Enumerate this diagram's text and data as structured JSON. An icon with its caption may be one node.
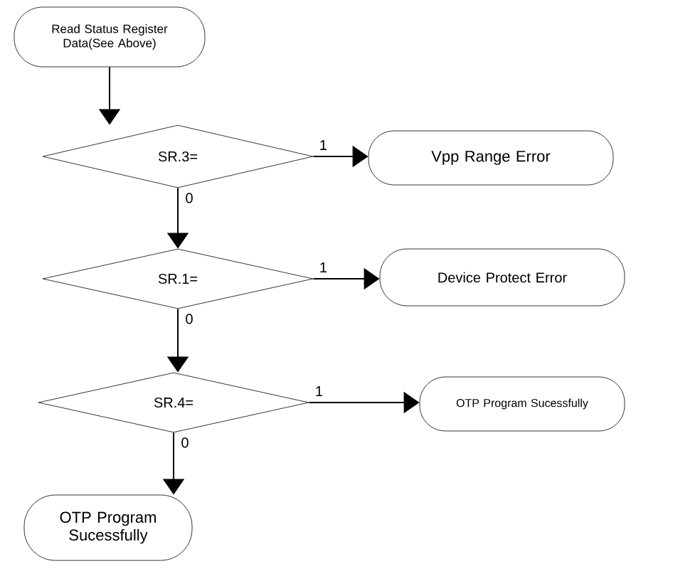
{
  "diagram": {
    "nodes": [
      {
        "text": [
          "Read Status Register Data(See Above)"
        ]
      },
      {
        "text": [
          "SR.3="
        ]
      },
      {
        "text": [
          "Vpp Range Error"
        ]
      },
      {
        "text": [
          "SR.1="
        ]
      },
      {
        "text": [
          "Device Protect Error"
        ]
      },
      {
        "text": [
          "SR.4="
        ]
      },
      {
        "text": [
          "OTP Program Sucessfully"
        ]
      },
      {
        "text": [
          "OTP Program Sucessfully"
        ]
      }
    ],
    "edges": [
      {
        "from": 0,
        "to": 1,
        "arrow": "to"
      },
      {
        "from": 1,
        "to": 2,
        "arrow": "to",
        "label": "1"
      },
      {
        "from": 1,
        "to": 3,
        "arrow": "to",
        "label": "0"
      },
      {
        "from": 3,
        "to": 4,
        "arrow": "to",
        "label": "1"
      },
      {
        "from": 3,
        "to": 5,
        "arrow": "to",
        "label": "0"
      },
      {
        "from": 5,
        "to": 6,
        "arrow": "to",
        "label": "1"
      },
      {
        "from": 5,
        "to": 7,
        "arrow": "to",
        "label": "0"
      }
    ]
  }
}
